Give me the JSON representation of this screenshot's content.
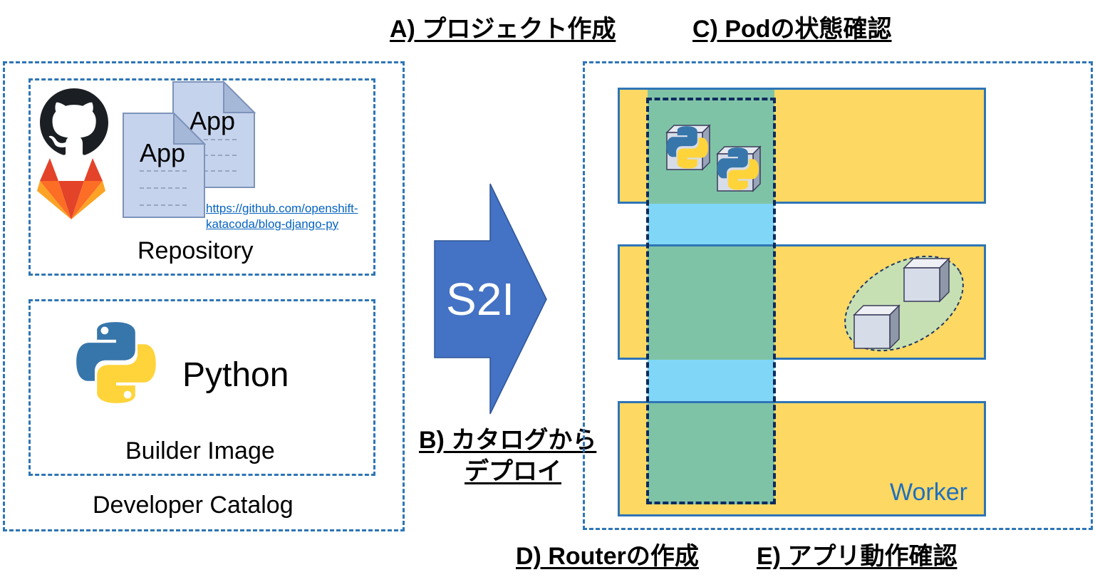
{
  "headings": {
    "a": "A) プロジェクト作成",
    "b_line1": "B) カタログから",
    "b_line2": "デプロイ",
    "c": "C) Podの状態確認",
    "d": "D) Routerの作成",
    "e": "E) アプリ動作確認"
  },
  "repository": {
    "label": "Repository",
    "doc_label_back": "App",
    "doc_label_front": "App",
    "url_line1": "https://github.com/openshift-",
    "url_line2": "katacoda/blog-django-py"
  },
  "builder": {
    "name": "Python",
    "label": "Builder Image"
  },
  "catalog_label": "Developer Catalog",
  "arrow_label": "S2I",
  "worker_label": "Worker",
  "colors": {
    "dashed_border": "#2e75b6",
    "arrow": "#4472c4",
    "worker_band": "#fdd863",
    "pod_column": "#7fc3a7",
    "network_link": "#7fd6f7",
    "pod_group": "#c6e0b4",
    "python_blue": "#3776ab",
    "python_yellow": "#ffd43b",
    "link_blue": "#0563c1",
    "worker_text": "#1f6fbf"
  },
  "icons": [
    "github-icon",
    "gitlab-icon",
    "document-icon",
    "python-logo-icon",
    "python-pod-icon",
    "container-cube-icon"
  ]
}
